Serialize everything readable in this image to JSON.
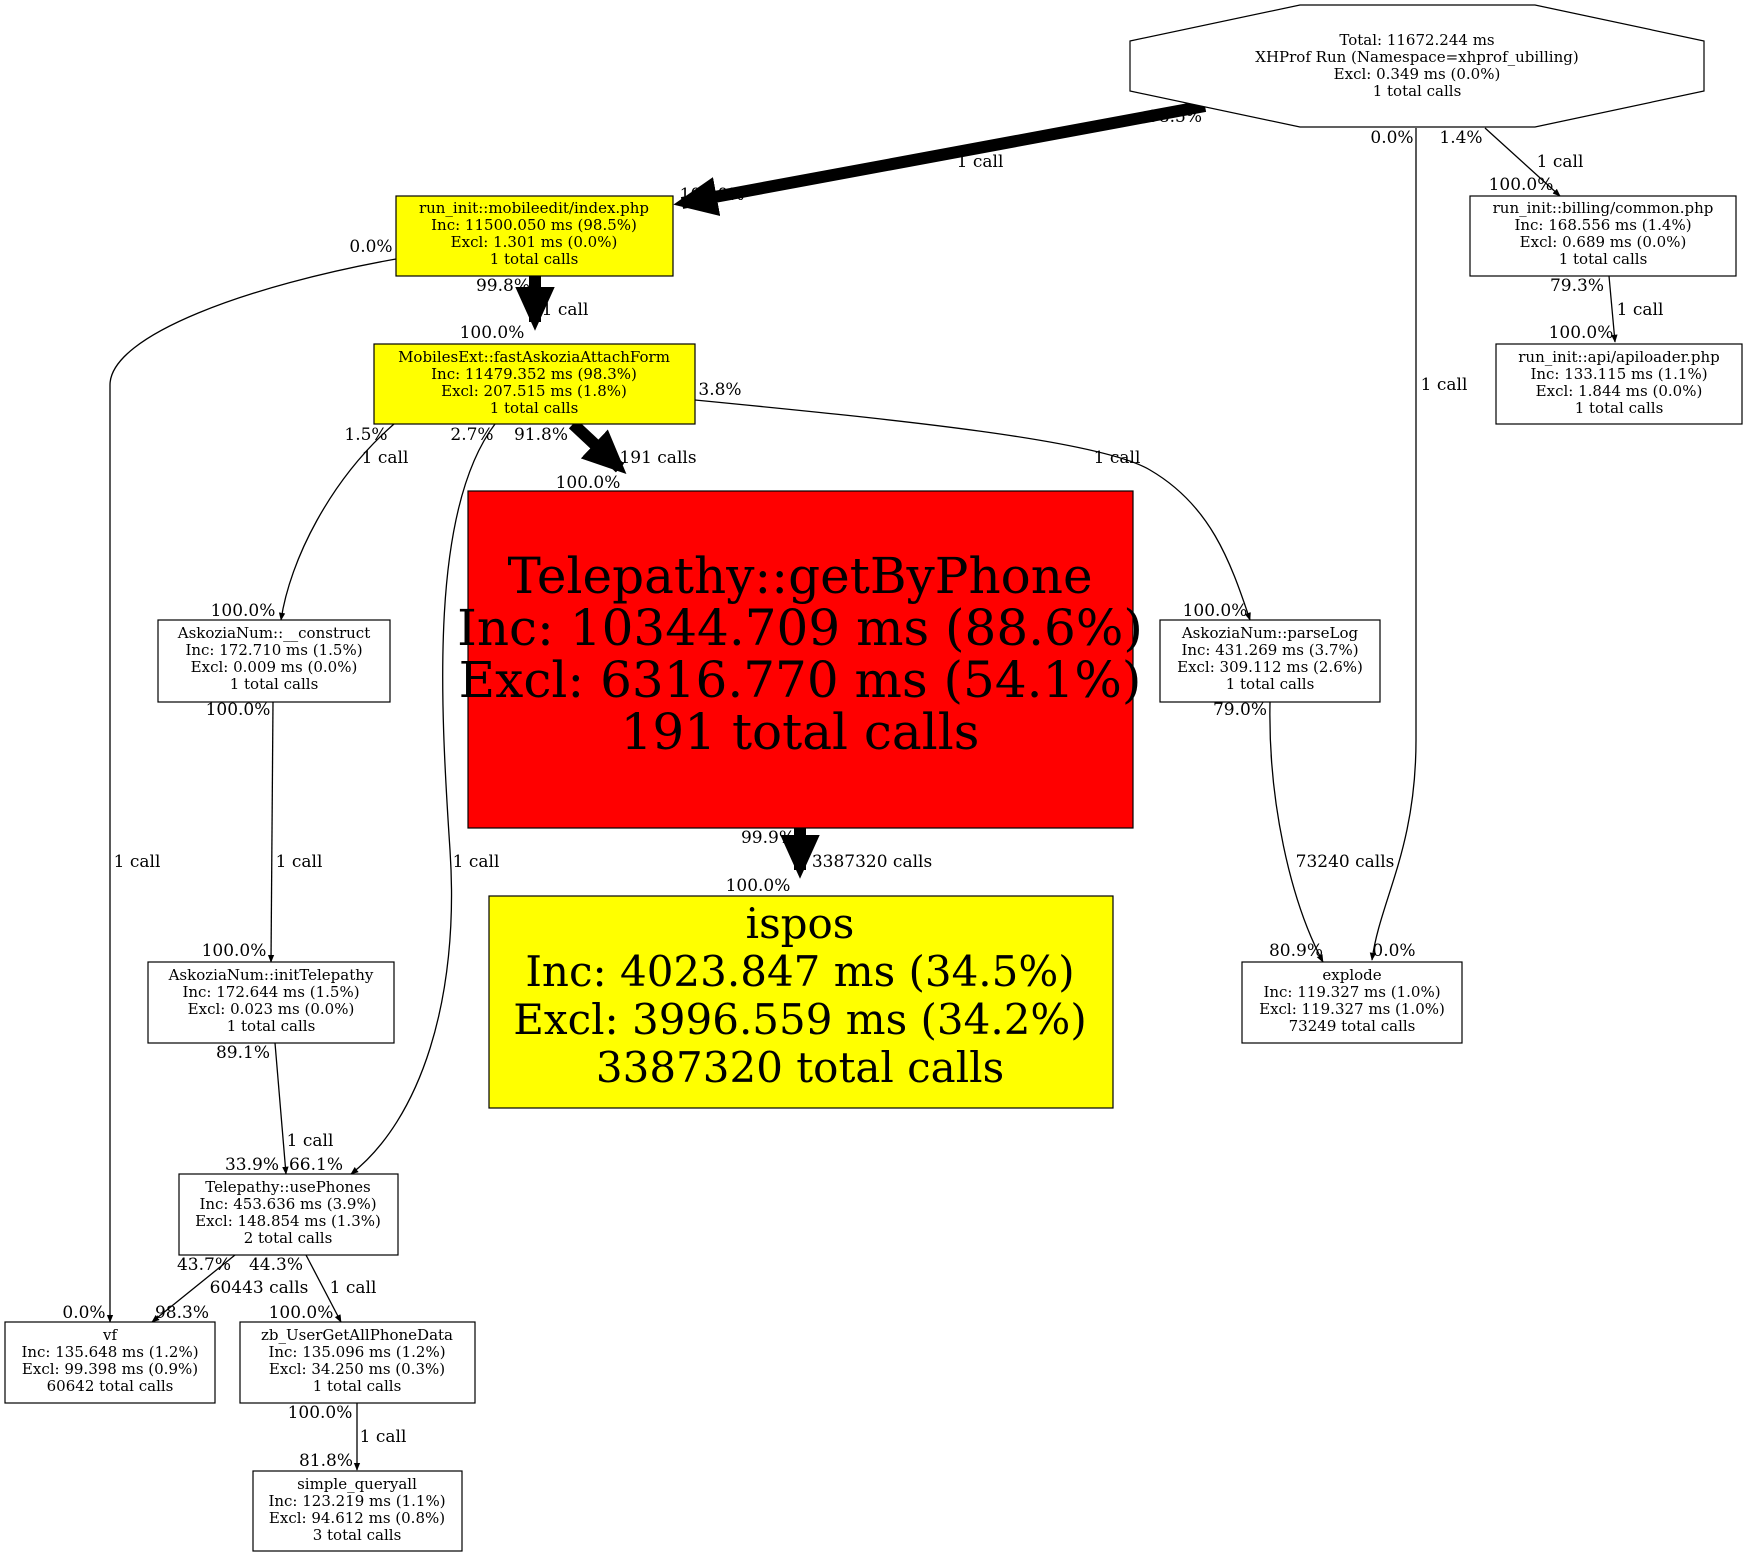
{
  "colors": {
    "hot": "#ff0000",
    "warm": "#ffff00",
    "normal": "#ffffff",
    "edge": "#000000"
  },
  "nodes": {
    "root": {
      "lines": [
        "Total: 11672.244 ms",
        "XHProf Run (Namespace=xhprof_ubilling)",
        "Excl: 0.349 ms (0.0%)",
        "1 total calls"
      ]
    },
    "mobileedit": {
      "lines": [
        "run_init::mobileedit/index.php",
        "Inc: 11500.050 ms (98.5%)",
        "Excl: 1.301 ms (0.0%)",
        "1 total calls"
      ]
    },
    "billing_common": {
      "lines": [
        "run_init::billing/common.php",
        "Inc: 168.556 ms (1.4%)",
        "Excl: 0.689 ms (0.0%)",
        "1 total calls"
      ]
    },
    "apiloader": {
      "lines": [
        "run_init::api/apiloader.php",
        "Inc: 133.115 ms (1.1%)",
        "Excl: 1.844 ms (0.0%)",
        "1 total calls"
      ]
    },
    "fastAskozia": {
      "lines": [
        "MobilesExt::fastAskoziaAttachForm",
        "Inc: 11479.352 ms (98.3%)",
        "Excl: 207.515 ms (1.8%)",
        "1 total calls"
      ]
    },
    "getByPhone": {
      "lines": [
        "Telepathy::getByPhone",
        "Inc: 10344.709 ms (88.6%)",
        "Excl: 6316.770 ms (54.1%)",
        "191 total calls"
      ]
    },
    "ispos": {
      "lines": [
        "ispos",
        "Inc: 4023.847 ms (34.5%)",
        "Excl: 3996.559 ms (34.2%)",
        "3387320 total calls"
      ]
    },
    "construct": {
      "lines": [
        "AskoziaNum::__construct",
        "Inc: 172.710 ms (1.5%)",
        "Excl: 0.009 ms (0.0%)",
        "1 total calls"
      ]
    },
    "parseLog": {
      "lines": [
        "AskoziaNum::parseLog",
        "Inc: 431.269 ms (3.7%)",
        "Excl: 309.112 ms (2.6%)",
        "1 total calls"
      ]
    },
    "initTelepathy": {
      "lines": [
        "AskoziaNum::initTelepathy",
        "Inc: 172.644 ms (1.5%)",
        "Excl: 0.023 ms (0.0%)",
        "1 total calls"
      ]
    },
    "explode": {
      "lines": [
        "explode",
        "Inc: 119.327 ms (1.0%)",
        "Excl: 119.327 ms (1.0%)",
        "73249 total calls"
      ]
    },
    "usePhones": {
      "lines": [
        "Telepathy::usePhones",
        "Inc: 453.636 ms (3.9%)",
        "Excl: 148.854 ms (1.3%)",
        "2 total calls"
      ]
    },
    "vf": {
      "lines": [
        "vf",
        "Inc: 135.648 ms (1.2%)",
        "Excl: 99.398 ms (0.9%)",
        "60642 total calls"
      ]
    },
    "zbUser": {
      "lines": [
        "zb_UserGetAllPhoneData",
        "Inc: 135.096 ms (1.2%)",
        "Excl: 34.250 ms (0.3%)",
        "1 total calls"
      ]
    },
    "simpleQuery": {
      "lines": [
        "simple_queryall",
        "Inc: 123.219 ms (1.1%)",
        "Excl: 94.612 ms (0.8%)",
        "3 total calls"
      ]
    }
  },
  "edges": {
    "root_mobileedit": {
      "calls": "1 call",
      "tail": "98.5%",
      "head": "100.0%"
    },
    "root_billing": {
      "calls": "1 call",
      "tail": "1.4%",
      "head": "100.0%"
    },
    "root_explode": {
      "calls": "1 call",
      "tail": "0.0%",
      "head": "0.0%"
    },
    "billing_apiloader": {
      "calls": "1 call",
      "tail": "79.3%",
      "head": "100.0%"
    },
    "mobileedit_fast": {
      "calls": "1 call",
      "tail": "99.8%",
      "head": "100.0%"
    },
    "mobileedit_vf": {
      "calls": "1 call",
      "tail": "0.0%",
      "head": "0.0%"
    },
    "fast_getByPhone": {
      "calls": "191 calls",
      "tail": "91.8%",
      "head": "100.0%"
    },
    "fast_construct": {
      "calls": "1 call",
      "tail": "1.5%",
      "head": "100.0%"
    },
    "fast_usePhones": {
      "calls": "1 call",
      "tail": "2.7%",
      "head": "66.1%"
    },
    "fast_parseLog": {
      "calls": "1 call",
      "tail": "3.8%",
      "head": "100.0%"
    },
    "getByPhone_ispos": {
      "calls": "3387320 calls",
      "tail": "99.9%",
      "head": "100.0%"
    },
    "construct_init": {
      "calls": "1 call",
      "tail": "100.0%",
      "head": "100.0%"
    },
    "parseLog_explode": {
      "calls": "73240 calls",
      "tail": "79.0%",
      "head": "80.9%"
    },
    "init_usePhones": {
      "calls": "1 call",
      "tail": "89.1%",
      "head": "33.9%"
    },
    "usePhones_vf": {
      "calls": "60443 calls",
      "tail": "43.7%",
      "head": "98.3%"
    },
    "usePhones_zb": {
      "calls": "1 call",
      "tail": "44.3%",
      "head": "100.0%"
    },
    "zb_simple": {
      "calls": "1 call",
      "tail": "100.0%",
      "head": "81.8%"
    }
  }
}
